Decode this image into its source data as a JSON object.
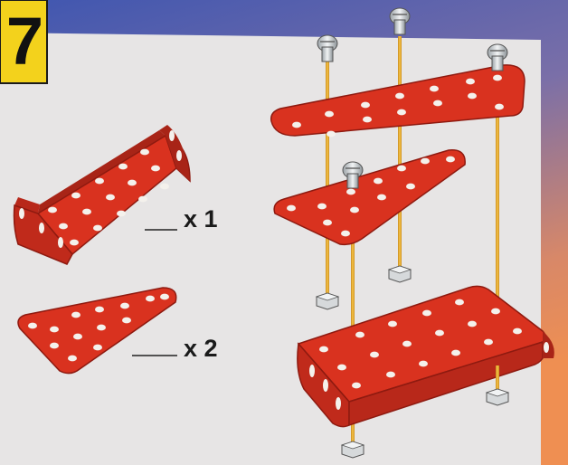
{
  "step": {
    "number": "7"
  },
  "parts": [
    {
      "name": "flanged-plate",
      "quantity_label": "x 1"
    },
    {
      "name": "triangular-plate",
      "quantity_label": "x 2"
    }
  ],
  "colors": {
    "plate_red": "#d9321f",
    "plate_edge": "#8e1a10",
    "badge_yellow": "#f3d21c",
    "background_blue": "#4a63b8",
    "background_orange": "#e98a57",
    "paper": "#e7e5e5",
    "rod_orange": "#f1b63a"
  },
  "icons": [
    "bolt-icon",
    "square-nut-icon"
  ]
}
